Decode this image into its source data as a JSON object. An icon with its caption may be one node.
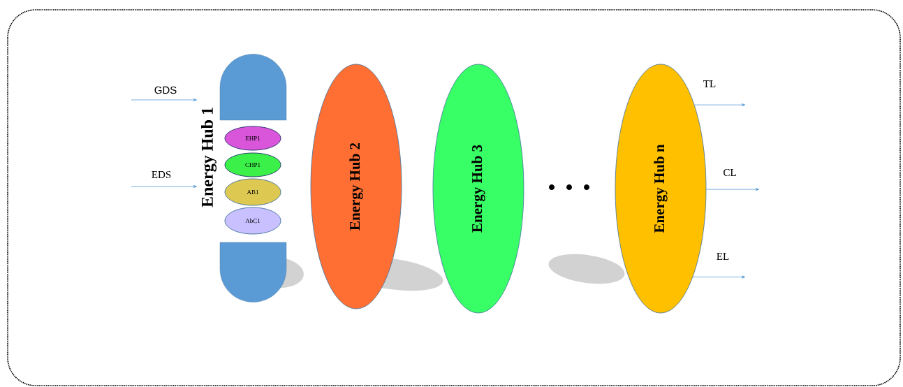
{
  "diagram": {
    "nodes": [
      {
        "text": [
          "Energy Hub 1"
        ]
      },
      {
        "text": [
          "EHP1"
        ],
        "in": 0
      },
      {
        "text": [
          "CHP1"
        ],
        "in": 0
      },
      {
        "text": [
          "AB1"
        ],
        "in": 0
      },
      {
        "text": [
          "AbC1"
        ],
        "in": 0
      },
      {
        "text": [
          "Energy Hub 2"
        ]
      },
      {
        "text": [
          "Energy Hub 3"
        ]
      },
      {
        "text": [
          "Energy Hub n"
        ]
      }
    ],
    "edges": [
      {
        "from": null,
        "to": 0,
        "arrow": "to",
        "label": "GDS"
      },
      {
        "from": null,
        "to": 0,
        "arrow": "to",
        "label": "EDS"
      },
      {
        "from": 7,
        "to": null,
        "arrow": "to",
        "label": "TL"
      },
      {
        "from": 7,
        "to": null,
        "arrow": "to",
        "label": "CL"
      },
      {
        "from": 7,
        "to": null,
        "arrow": "to",
        "label": "EL"
      }
    ]
  }
}
